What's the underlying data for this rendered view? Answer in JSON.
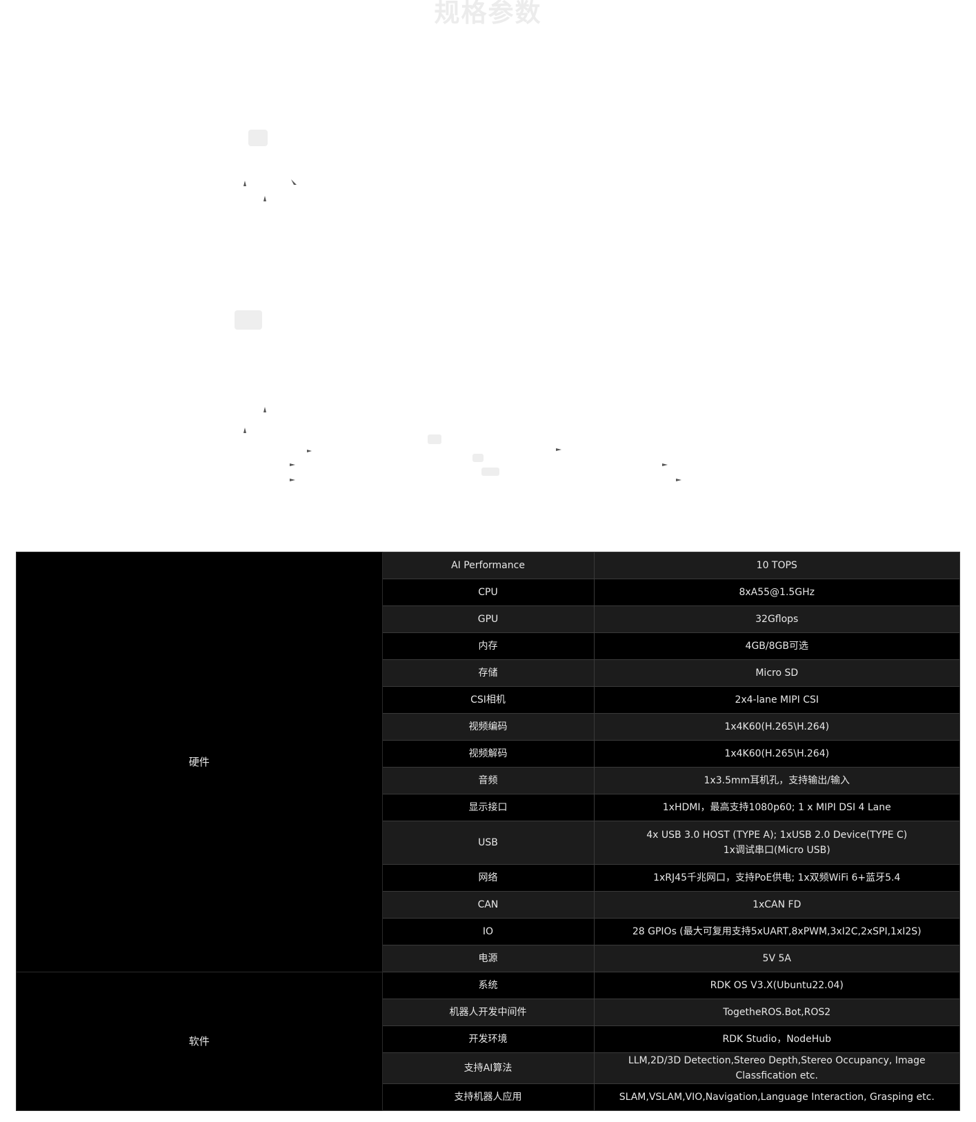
{
  "page_title": "规格参数",
  "categories": {
    "hardware": "硬件",
    "software": "软件"
  },
  "hardware_rows": [
    {
      "name": "AI Performance",
      "value": "10 TOPS"
    },
    {
      "name": "CPU",
      "value": "8xA55@1.5GHz"
    },
    {
      "name": "GPU",
      "value": "32Gflops"
    },
    {
      "name": "内存",
      "value": "4GB/8GB可选"
    },
    {
      "name": "存储",
      "value": "Micro SD"
    },
    {
      "name": "CSI相机",
      "value": "2x4-lane MIPI CSI"
    },
    {
      "name": "视频编码",
      "value": "1x4K60(H.265\\H.264)"
    },
    {
      "name": "视频解码",
      "value": "1x4K60(H.265\\H.264)"
    },
    {
      "name": "音频",
      "value": "1x3.5mm耳机孔，支持输出/输入"
    },
    {
      "name": "显示接口",
      "value": "1xHDMI，最高支持1080p60; 1 x MIPI DSI 4 Lane"
    },
    {
      "name": "USB",
      "value_lines": [
        "4x USB 3.0 HOST (TYPE A); 1xUSB 2.0 Device(TYPE C)",
        "1x调试串口(Micro USB)"
      ]
    },
    {
      "name": "网络",
      "value": "1xRJ45千兆网口，支持PoE供电; 1x双频WiFi 6+蓝牙5.4"
    },
    {
      "name": "CAN",
      "value": "1xCAN FD"
    },
    {
      "name": "IO",
      "value": "28 GPIOs (最大可复用支持5xUART,8xPWM,3xI2C,2xSPI,1xI2S)"
    },
    {
      "name": "电源",
      "value": "5V 5A"
    }
  ],
  "software_rows": [
    {
      "name": "系统",
      "value": "RDK OS V3.X(Ubuntu22.04)"
    },
    {
      "name": "机器人开发中间件",
      "value": "TogetheROS.Bot,ROS2"
    },
    {
      "name": "开发环境",
      "value": "RDK Studio，NodeHub"
    },
    {
      "name": "支持AI算法",
      "value": "LLM,2D/3D Detection,Stereo Depth,Stereo Occupancy, Image Classfication etc."
    },
    {
      "name": "支持机器人应用",
      "value": "SLAM,VSLAM,VIO,Navigation,Language Interaction, Grasping etc."
    }
  ]
}
